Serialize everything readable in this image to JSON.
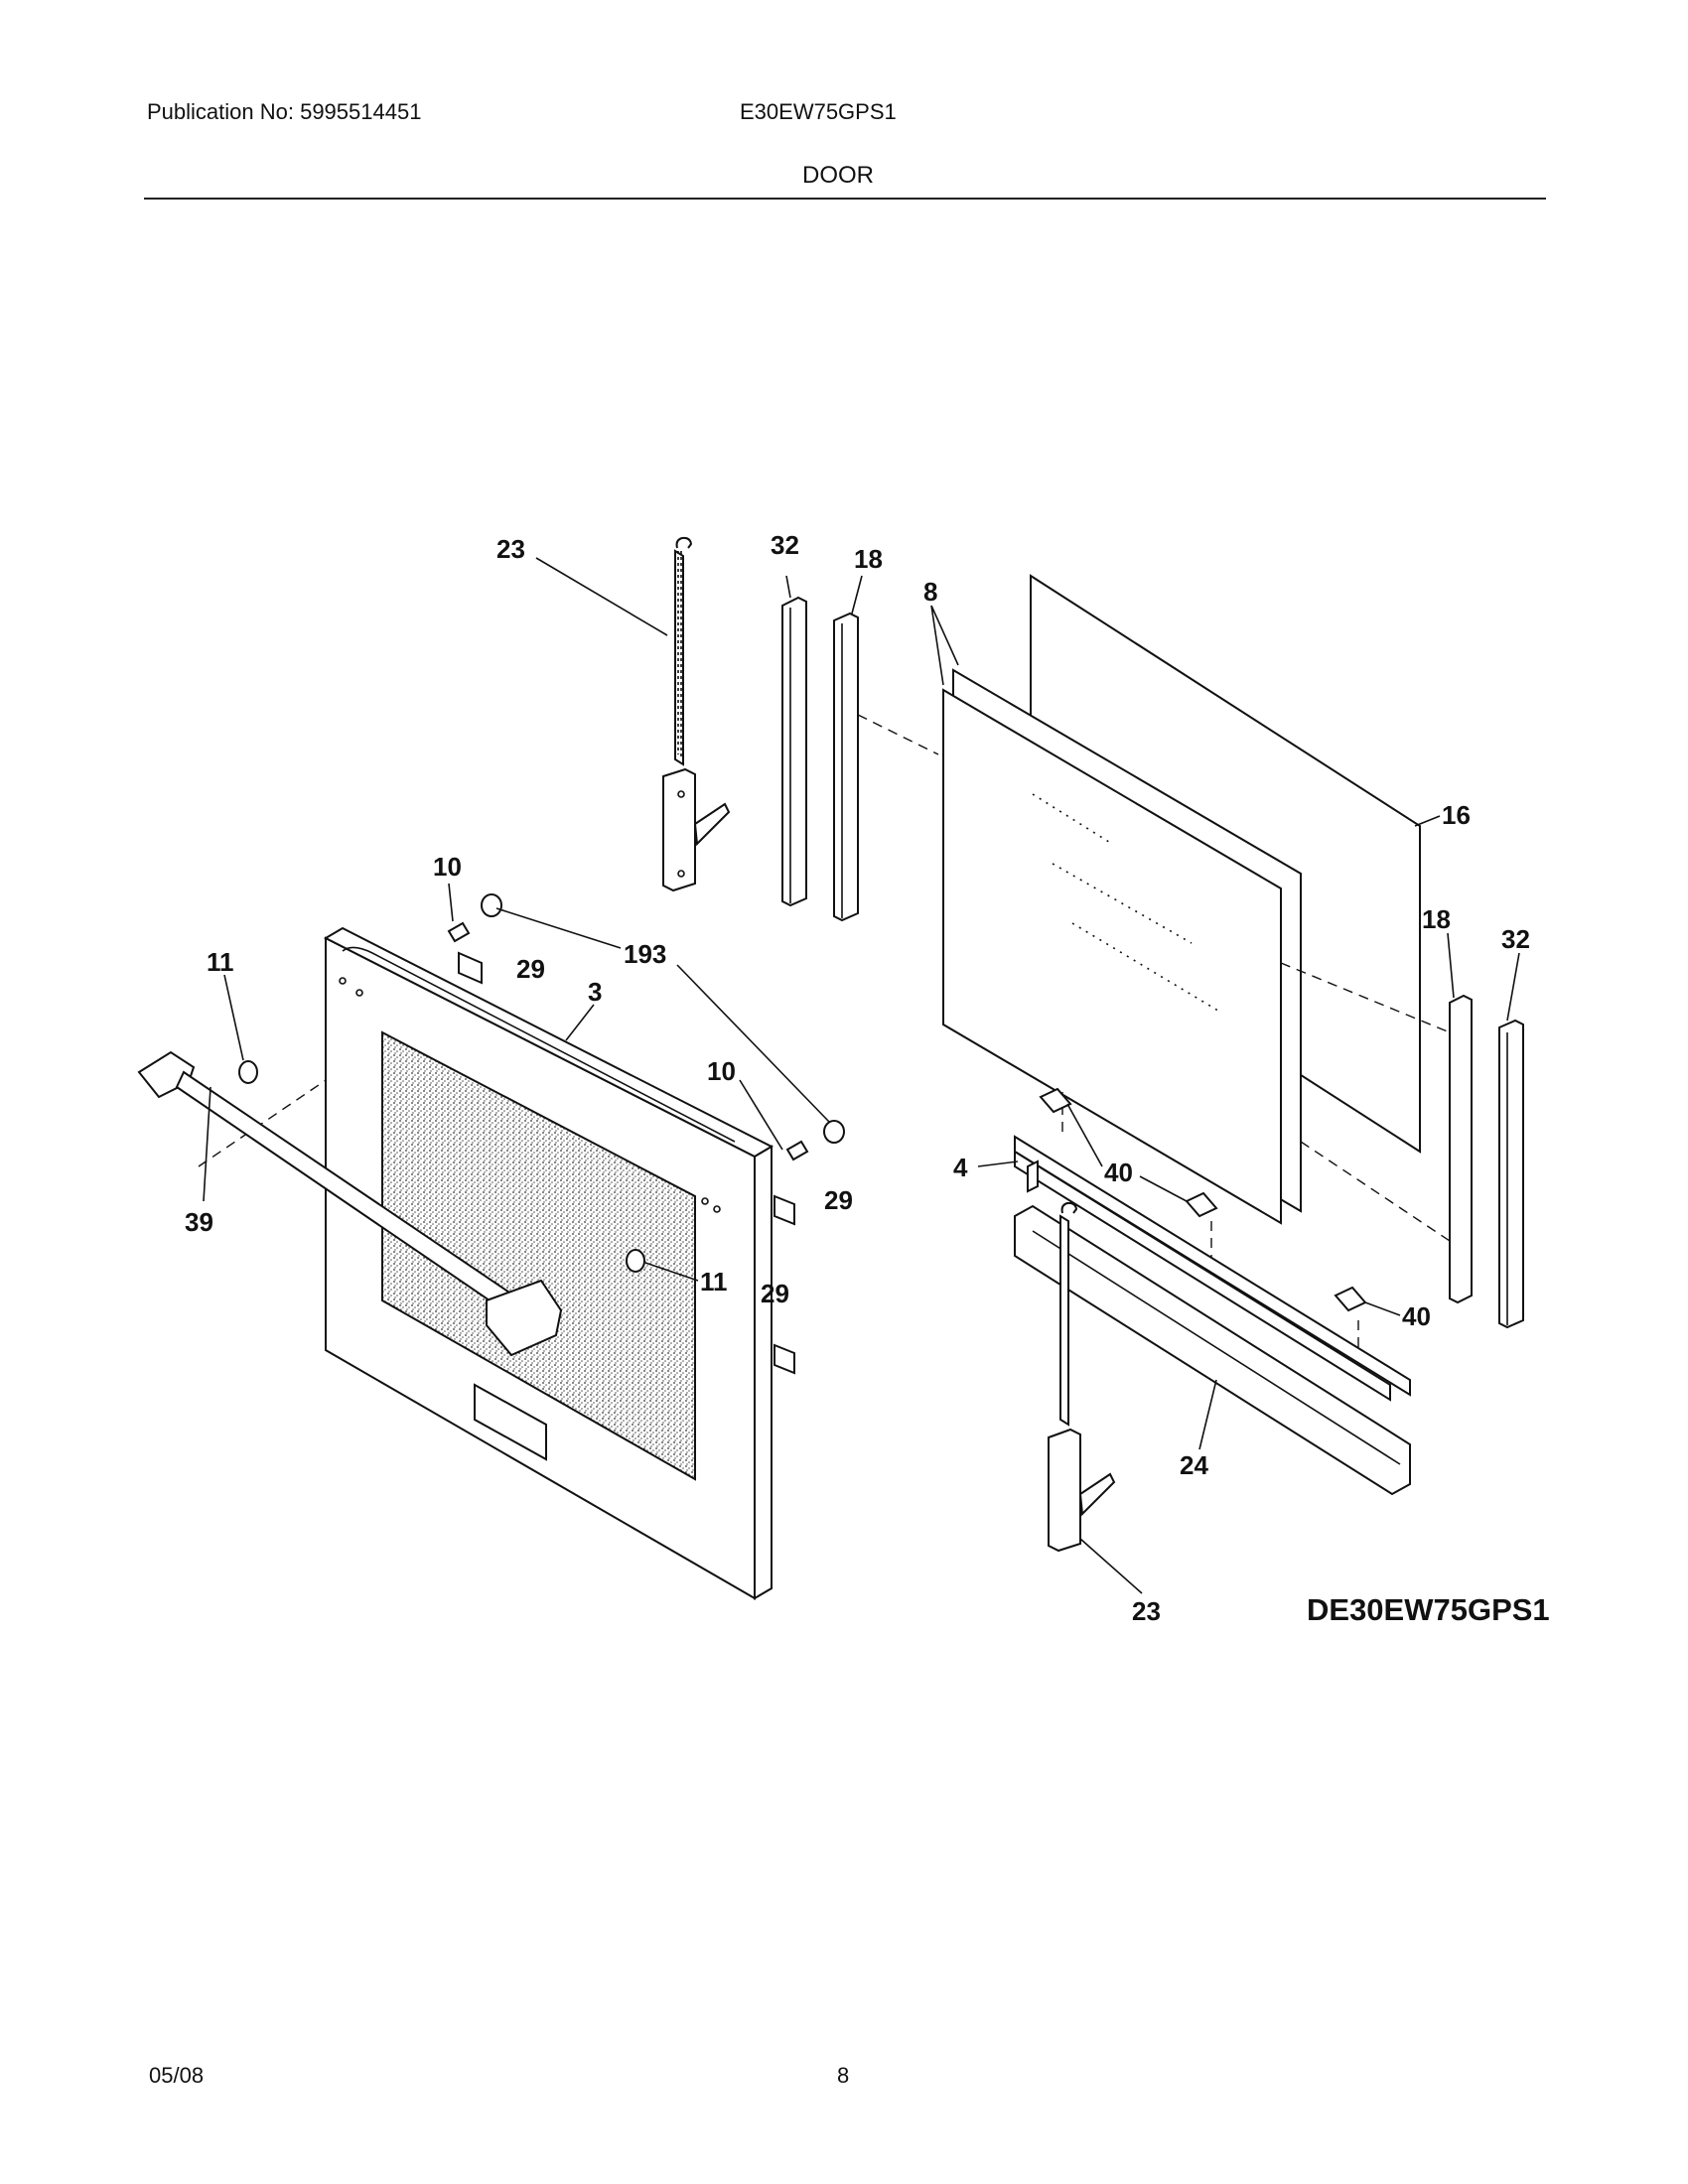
{
  "header": {
    "publication": "Publication No: 5995514451",
    "model": "E30EW75GPS1",
    "section": "DOOR"
  },
  "footer": {
    "date": "05/08",
    "page": "8"
  },
  "diagram": {
    "id_label": "DE30EW75GPS1",
    "callouts": {
      "c23_top": "23",
      "c32_top": "32",
      "c18_top": "18",
      "c8": "8",
      "c16": "16",
      "c10_top": "10",
      "c193": "193",
      "c29_top": "29",
      "c11_left": "11",
      "c3": "3",
      "c10_mid": "10",
      "c29_mid": "29",
      "c11_mid": "11",
      "c29_low": "29",
      "c39": "39",
      "c18_right": "18",
      "c32_right": "32",
      "c4": "4",
      "c40_a": "40",
      "c40_b": "40",
      "c24": "24",
      "c23_bottom": "23"
    }
  }
}
